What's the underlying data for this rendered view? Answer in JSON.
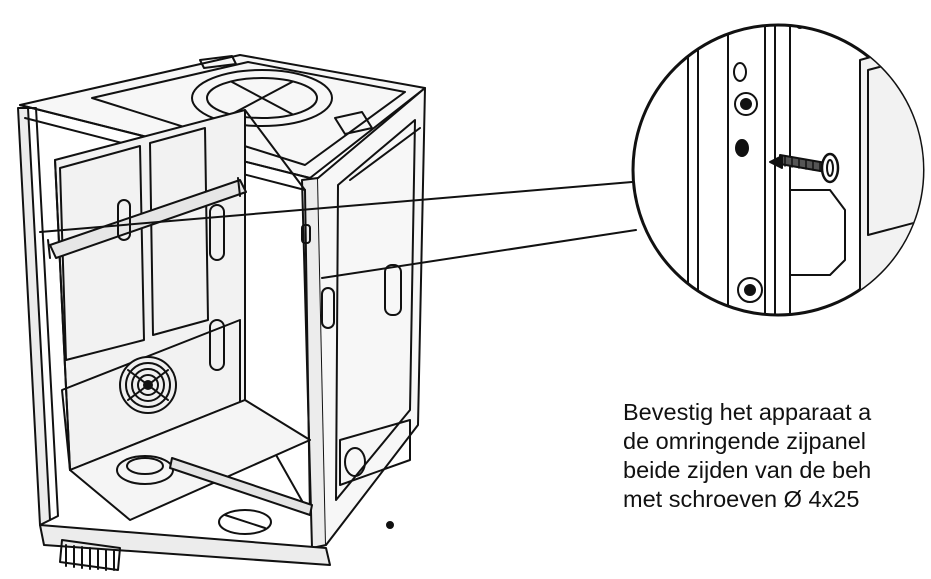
{
  "instruction": {
    "lines": [
      "Bevestig het apparaat a",
      "de omringende zijpanel",
      "beide zijden van de beh",
      "met schroeven Ø 4x25"
    ]
  },
  "colors": {
    "line": "#111111",
    "fill_light": "#f2f2f2",
    "background": "#ffffff"
  }
}
